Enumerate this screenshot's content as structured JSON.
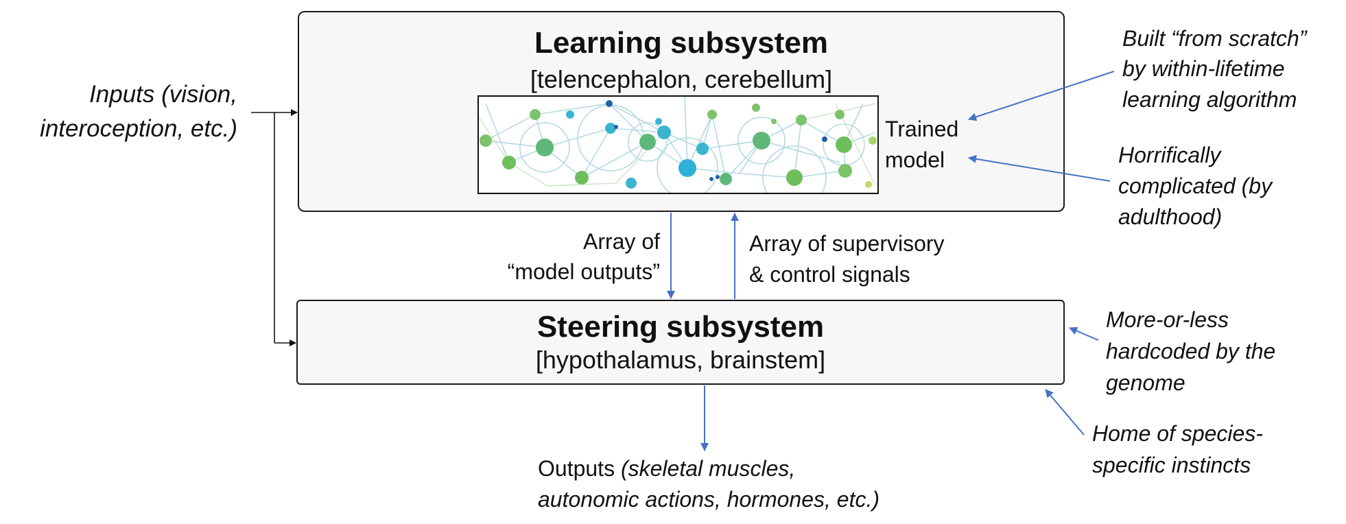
{
  "learning": {
    "title": "Learning subsystem",
    "subtitle": "[telencephalon, cerebellum]",
    "model_label_line1": "Trained",
    "model_label_line2": "model"
  },
  "steering": {
    "title": "Steering subsystem",
    "subtitle": "[hypothalamus, brainstem]"
  },
  "inputs": {
    "line1": "Inputs (vision,",
    "line2": "interoception, etc.)"
  },
  "edges": {
    "model_outputs_line1": "Array of",
    "model_outputs_line2": "“model outputs”",
    "supervisory_line1": "Array of supervisory",
    "supervisory_line2": "& control signals"
  },
  "outputs": {
    "prefix": "Outputs ",
    "line1_italic": "(skeletal muscles,",
    "line2_italic": "autonomic actions, hormones, etc.)"
  },
  "annotations": {
    "built_from_scratch": [
      "Built “from scratch”",
      "by within-lifetime",
      "learning algorithm"
    ],
    "horrifically_complicated": [
      "Horrifically",
      "complicated (by",
      "adulthood)"
    ],
    "hardcoded": [
      "More-or-less",
      "hardcoded by the",
      "genome"
    ],
    "instincts": [
      "Home of species-",
      "specific instincts"
    ]
  },
  "colors": {
    "arrow_blue": "#4472c4",
    "arrow_black": "#111111",
    "box_fill": "#f7f7f7",
    "node_green": "#6cbf5a",
    "node_teal": "#3bb4d0",
    "node_dark_blue": "#1f5fa8"
  }
}
